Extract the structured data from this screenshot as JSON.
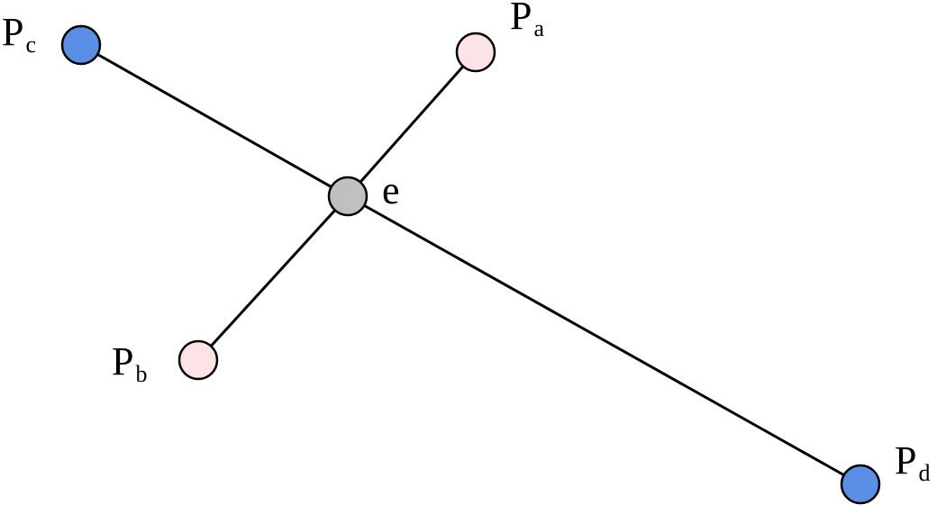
{
  "colors": {
    "background": "#ffffff",
    "line": "#000000",
    "endpoint_blue": "#5b8fe6",
    "endpoint_pink": "#fde3e6",
    "center_gray": "#c0c0c0"
  },
  "nodes": {
    "pc": {
      "main": "P",
      "sub": "c",
      "fill_key": "endpoint_blue"
    },
    "pa": {
      "main": "P",
      "sub": "a",
      "fill_key": "endpoint_pink"
    },
    "e": {
      "main": "e",
      "sub": "",
      "fill_key": "center_gray"
    },
    "pb": {
      "main": "P",
      "sub": "b",
      "fill_key": "endpoint_pink"
    },
    "pd": {
      "main": "P",
      "sub": "d",
      "fill_key": "endpoint_blue"
    }
  },
  "edges": [
    {
      "from": "pc",
      "to": "e"
    },
    {
      "from": "e",
      "to": "pd"
    },
    {
      "from": "pa",
      "to": "e"
    },
    {
      "from": "e",
      "to": "pb"
    }
  ]
}
